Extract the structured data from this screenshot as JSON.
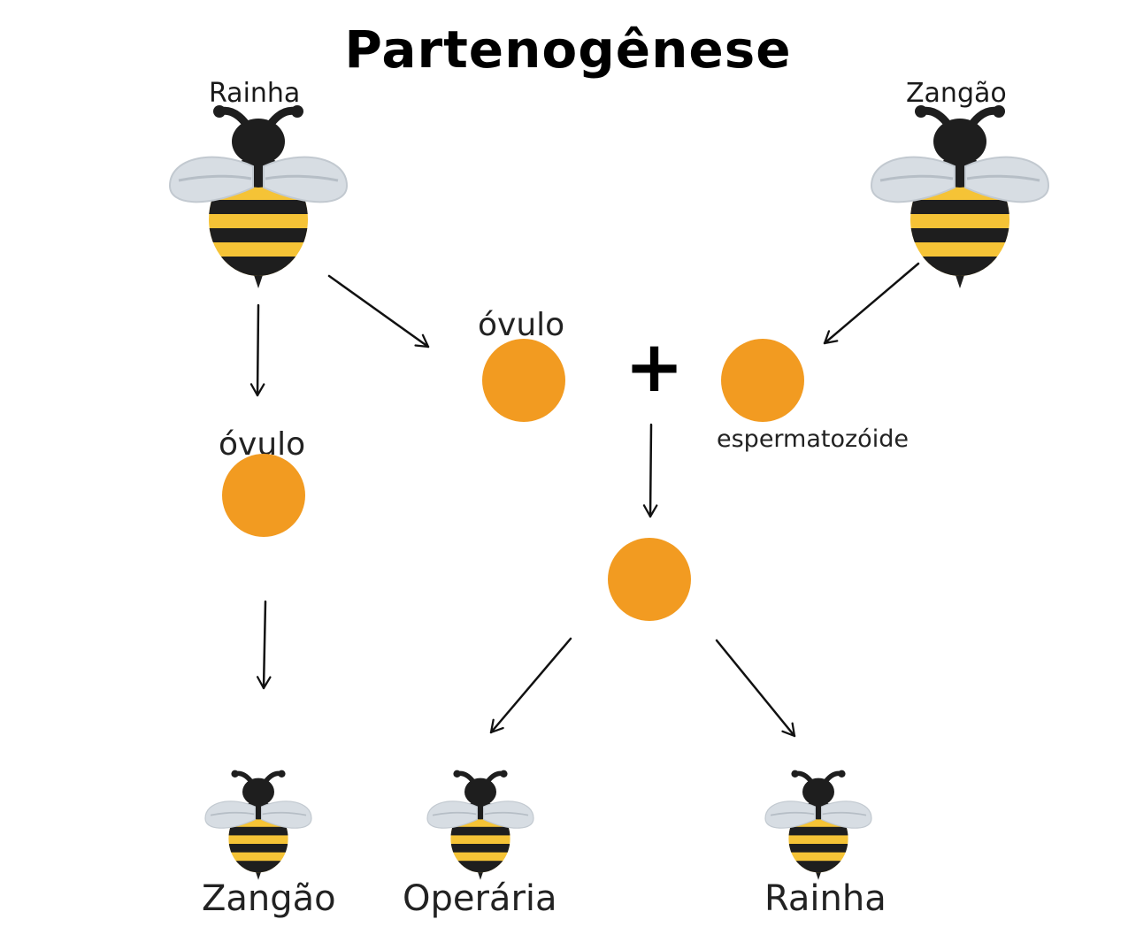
{
  "title": "Partenogênese",
  "parents": {
    "queen_label": "Rainha",
    "drone_label": "Zangão"
  },
  "cells": {
    "egg_label_center": "óvulo",
    "egg_label_left": "óvulo",
    "sperm_label": "espermatozóide",
    "plus_sign": "+"
  },
  "offspring": {
    "drone_label": "Zangão",
    "worker_label": "Operária",
    "queen_label": "Rainha"
  },
  "colors": {
    "cell_orange": "#f29b21",
    "bee_black": "#1e1e1e",
    "bee_yellow": "#f5c336",
    "wing": "#d7dde3"
  }
}
